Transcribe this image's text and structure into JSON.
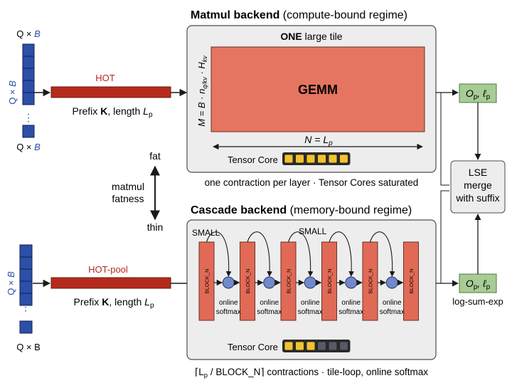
{
  "colors": {
    "query_blue": "#2c4fa8",
    "hot_red": "#b52a1c",
    "gemm_fill": "#e57561",
    "block_fill": "#e06a55",
    "circle_fill": "#7189c9",
    "output_green": "#a7cc95",
    "panel_bg": "#ededed",
    "core_on": "#f2c230",
    "core_off": "#555a66"
  },
  "left_top": {
    "q_top": "Q × ",
    "q_top_b": "B",
    "q_side": "Q × ",
    "q_side_b": "B",
    "q_bottom": "Q × ",
    "q_bottom_b": "B",
    "ellipsis": "⋮",
    "hot_label": "HOT",
    "prefix_pre": "Prefix ",
    "prefix_k": "K",
    "prefix_mid": ", length ",
    "prefix_L": "L",
    "prefix_sub": "p"
  },
  "left_bottom": {
    "q_side": "Q × ",
    "q_side_b": "B",
    "q_bottom": "Q × B",
    "ellipsis": "⋮",
    "hot_label": "HOT-pool",
    "prefix_pre": "Prefix ",
    "prefix_k": "K",
    "prefix_mid": ", length ",
    "prefix_L": "L",
    "prefix_sub": "p"
  },
  "fatness": {
    "top": "fat",
    "label_line1": "matmul",
    "label_line2": "fatness",
    "bottom": "thin"
  },
  "matmul": {
    "title_bold": "Matmul backend",
    "title_rest": " (compute-bound regime)",
    "tile_bold": "ONE",
    "tile_rest": " large tile",
    "gemm": "GEMM",
    "m_label": "M = B · n",
    "m_sub": "q/kv",
    "m_mid": " · H",
    "m_sub2": "kv",
    "n_label": "N = L",
    "n_sub": "p",
    "tensor_core": "Tensor Core",
    "cores_active": 6,
    "cores_total": 6,
    "caption": "one contraction per layer · Tensor Cores saturated"
  },
  "cascade": {
    "title_bold": "Cascade backend",
    "title_rest": " (memory-bound regime)",
    "small_left": "SMALL",
    "small_mid": "SMALL",
    "block_label": "BLOCK_N",
    "block_count": 6,
    "softmax_line1": "online",
    "softmax_line2": "softmax",
    "tensor_core": "Tensor Core",
    "cores_active": 3,
    "cores_total": 6,
    "caption_pre": "⌈L",
    "caption_sub": "p",
    "caption_mid": " / BLOCK_N⌉",
    "caption_rest": " contractions · tile-loop, online softmax"
  },
  "outputs": {
    "o_label": "O",
    "o_sub": "p",
    "l_label": ", ℓ",
    "l_sub": "p",
    "lse_line1": "LSE",
    "lse_line2": "merge",
    "lse_line3": "with suffix",
    "lse_caption": "log-sum-exp"
  }
}
